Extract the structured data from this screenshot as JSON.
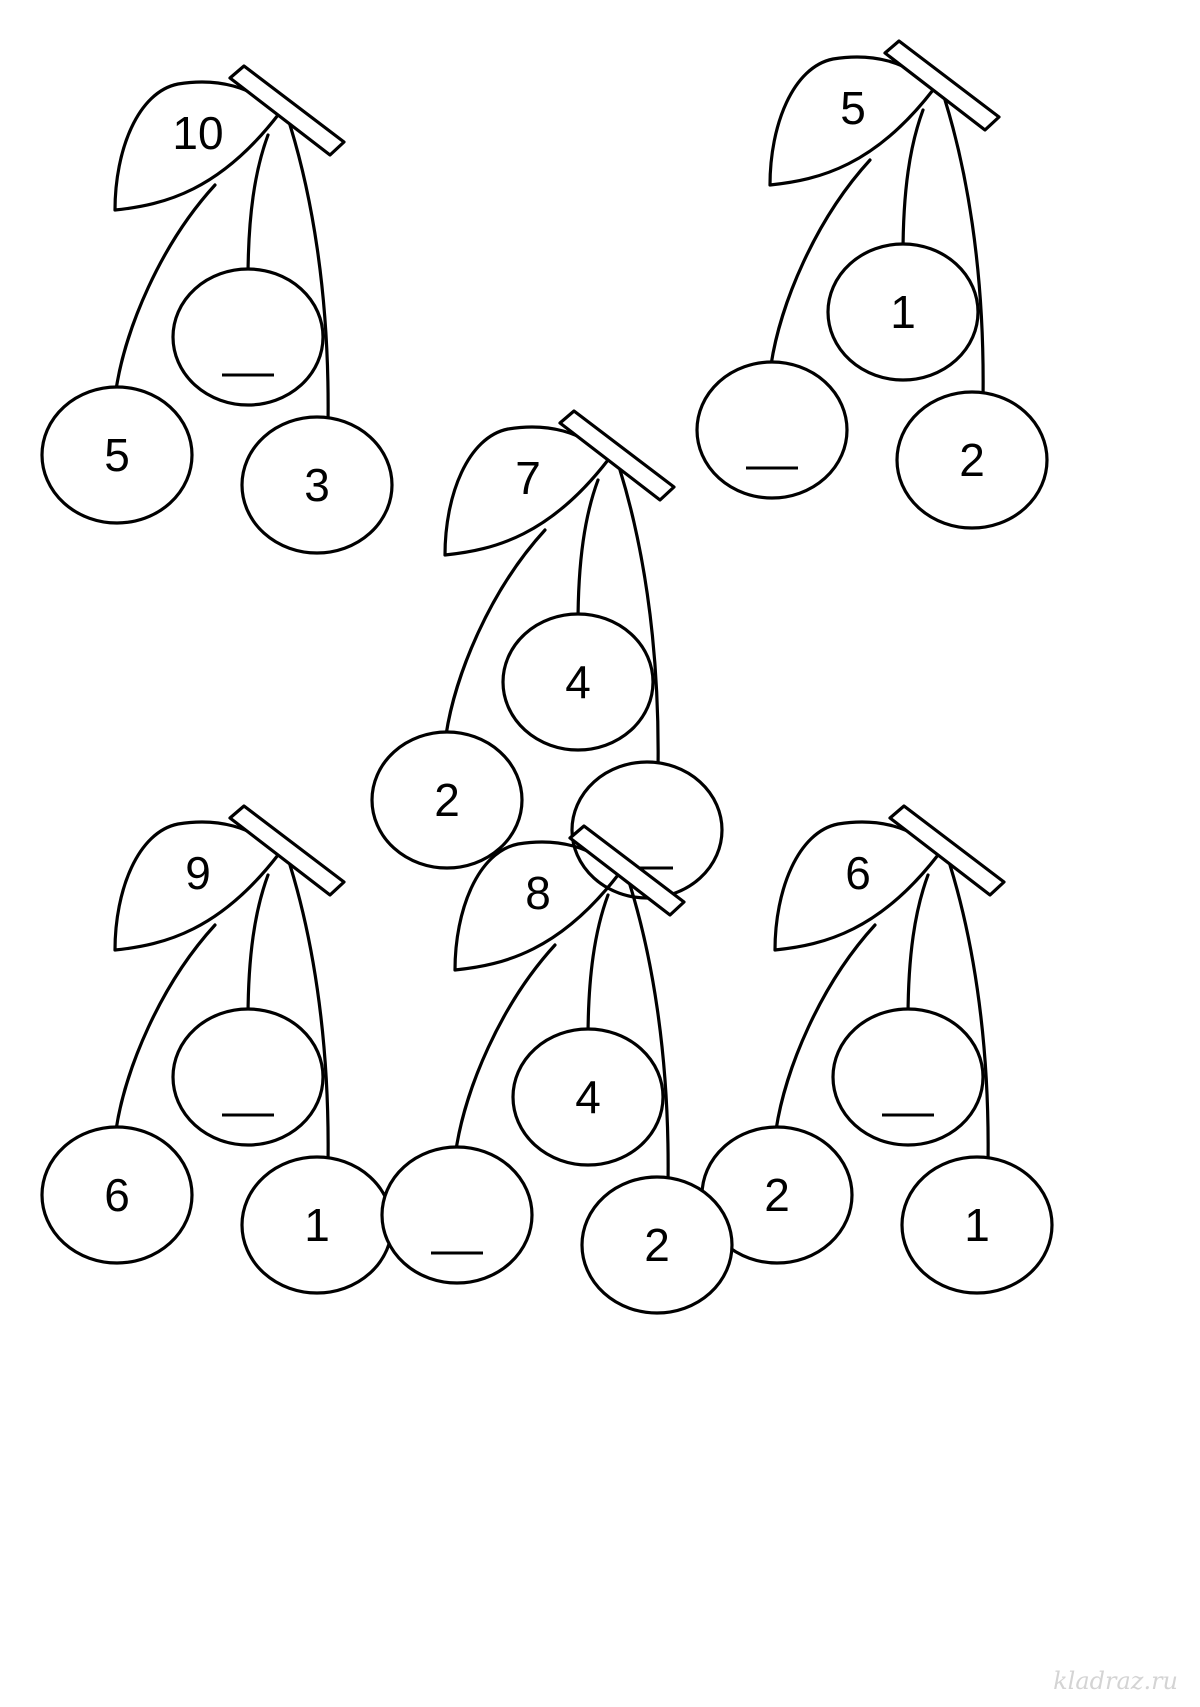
{
  "colors": {
    "ink": "#000000",
    "paper": "#ffffff",
    "watermark": "#d4d4d4"
  },
  "watermark": "kladraz.ru",
  "cherries": [
    {
      "leaf": "10",
      "left": "5",
      "middle": "",
      "right": "3",
      "blank": "middle"
    },
    {
      "leaf": "5",
      "left": "",
      "middle": "1",
      "right": "2",
      "blank": "left"
    },
    {
      "leaf": "7",
      "left": "2",
      "middle": "4",
      "right": "",
      "blank": "right"
    },
    {
      "leaf": "9",
      "left": "6",
      "middle": "",
      "right": "1",
      "blank": "middle"
    },
    {
      "leaf": "6",
      "left": "2",
      "middle": "",
      "right": "1",
      "blank": "middle"
    },
    {
      "leaf": "8",
      "left": "",
      "middle": "4",
      "right": "2",
      "blank": "left"
    }
  ]
}
